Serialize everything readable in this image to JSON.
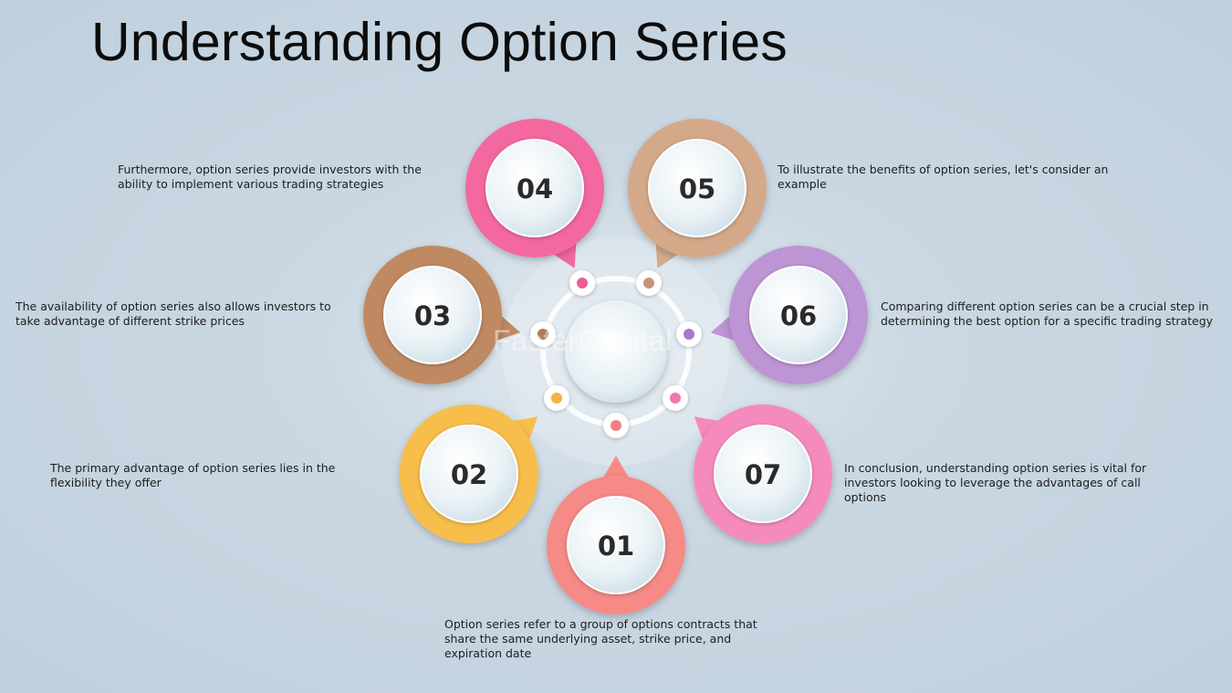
{
  "title": "Understanding Option Series",
  "watermark": "FasterCapital",
  "colors": {
    "step01": "#f58a86",
    "step02": "#f8be4c",
    "step03": "#bf8a62",
    "step04": "#f3679f",
    "step05": "#d4a98a",
    "step06": "#bd94d4",
    "step07": "#f58bbd"
  },
  "steps": [
    {
      "number": "01",
      "text": "Option series refer to a group of options contracts that share the same underlying asset, strike price, and expiration date"
    },
    {
      "number": "02",
      "text": "The primary advantage of option series lies in the flexibility they offer"
    },
    {
      "number": "03",
      "text": "The availability of option series also allows investors to take advantage of different strike prices"
    },
    {
      "number": "04",
      "text": "Furthermore, option series provide investors with the ability to implement various trading strategies"
    },
    {
      "number": "05",
      "text": "To illustrate the benefits of option series, let's consider an example"
    },
    {
      "number": "06",
      "text": "Comparing different option series can be a crucial step in determining the best option for a specific trading strategy"
    },
    {
      "number": "07",
      "text": "In conclusion, understanding option series is vital for investors looking to leverage the advantages of call options"
    }
  ]
}
